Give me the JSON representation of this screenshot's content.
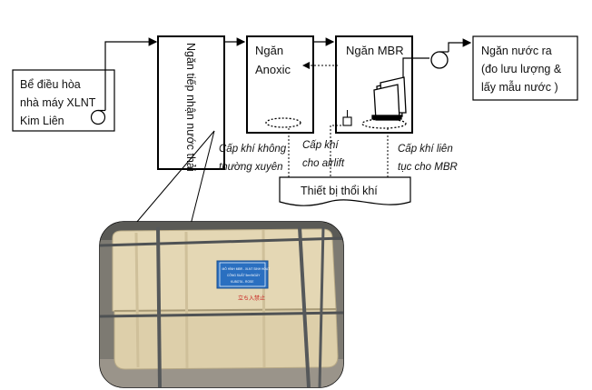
{
  "source_box": {
    "lines": [
      "Bể điều hòa",
      "nhà máy XLNT",
      "Kim Liên"
    ]
  },
  "receiving_box": {
    "label": "Ngăn tiếp nhận nước thải"
  },
  "anoxic_box": {
    "lines": [
      "Ngăn",
      "Anoxic"
    ]
  },
  "mbr_box": {
    "label": "Ngăn MBR"
  },
  "output_box": {
    "lines": [
      "Ngăn nước ra",
      "(đo lưu lượng &",
      "lấy mẫu nước )"
    ]
  },
  "air_labels": {
    "anoxic": [
      "Cấp khí không",
      "thường xuyên"
    ],
    "airlift": [
      "Cấp khí",
      "cho airlift"
    ],
    "mbr": [
      "Cấp khí liên",
      "tục cho MBR"
    ]
  },
  "blower": {
    "label": "Thiết bị thổi khí"
  },
  "photo": {
    "sign_lines": [
      "MÔ HÌNH MBR - XLNT SINH HOẠT",
      "CÔNG SUẤT 5m³/NGÀY",
      "KUBOTA - ROSE"
    ],
    "warning": "立ち入禁止"
  },
  "colors": {
    "line": "#000000",
    "tank": "#e4d7b4",
    "sign": "#2a6fc0",
    "background_photo": "#7d7a72"
  }
}
